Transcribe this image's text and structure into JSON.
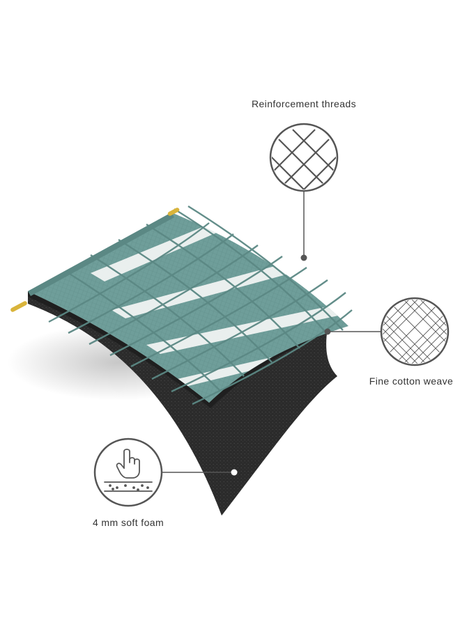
{
  "labels": {
    "reinforcement": "Reinforcement threads",
    "weave": "Fine cotton weave",
    "foam": "4 mm soft foam"
  },
  "colors": {
    "fabric": "#6f9e9a",
    "fabric_dark": "#5b8884",
    "stripe": "#f4f6f5",
    "foam": "#2b2b2b",
    "rod": "#d9b43b",
    "leader": "#555555",
    "text": "#333333"
  },
  "icons": {
    "reinforcement": "crosshatch-icon",
    "weave": "fine-mesh-icon",
    "foam": "finger-press-foam-icon"
  }
}
